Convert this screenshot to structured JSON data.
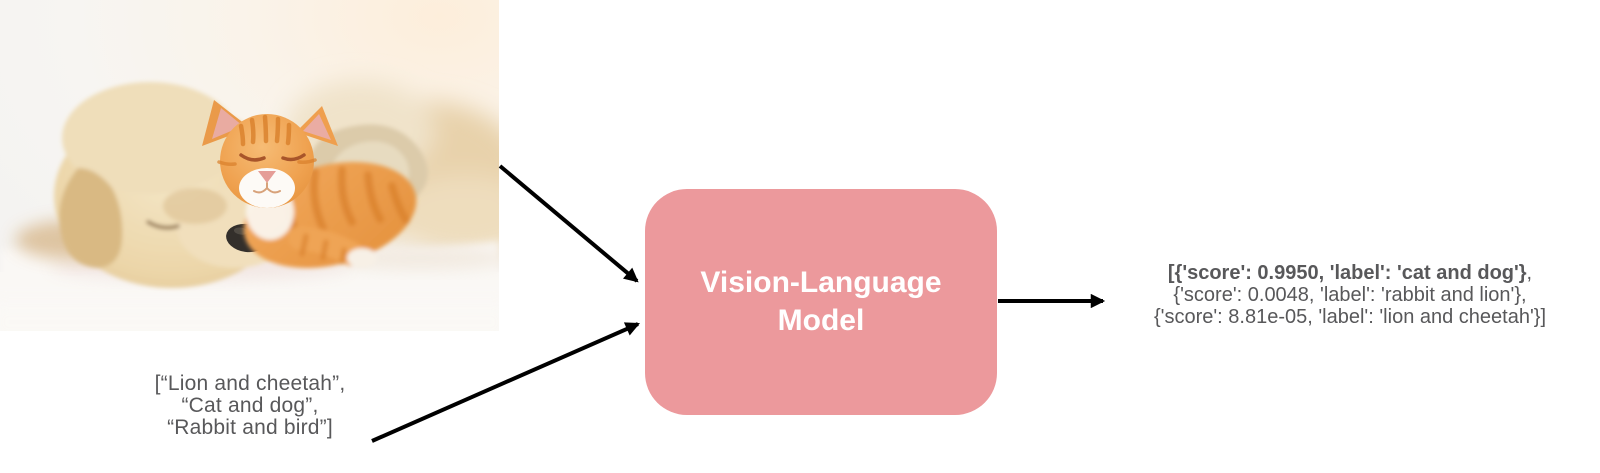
{
  "input_image": {
    "name": "cat-and-dog-photo",
    "alt": "Sleeping cream puppy with an orange tabby kitten resting on its head, on a white blanket"
  },
  "input_text": {
    "lines": [
      "[“Lion and cheetah”,",
      "“Cat and dog”,",
      "“Rabbit and bird”]"
    ]
  },
  "model": {
    "label_line1": "Vision-Language",
    "label_line2": "Model"
  },
  "output_text": {
    "line1_bold": "[{'score': 0.9950, 'label': 'cat and dog'}",
    "line1_tail": ",",
    "line2": "{'score': 0.0048, 'label': 'rabbit and lion'},",
    "line3": "{'score': 8.81e-05, 'label': 'lion and cheetah'}]"
  },
  "colors": {
    "model_box_fill": "#EC999C",
    "model_box_text": "#FFFFFF",
    "body_text": "#58585A",
    "arrow": "#000000",
    "background": "#FFFFFF"
  }
}
